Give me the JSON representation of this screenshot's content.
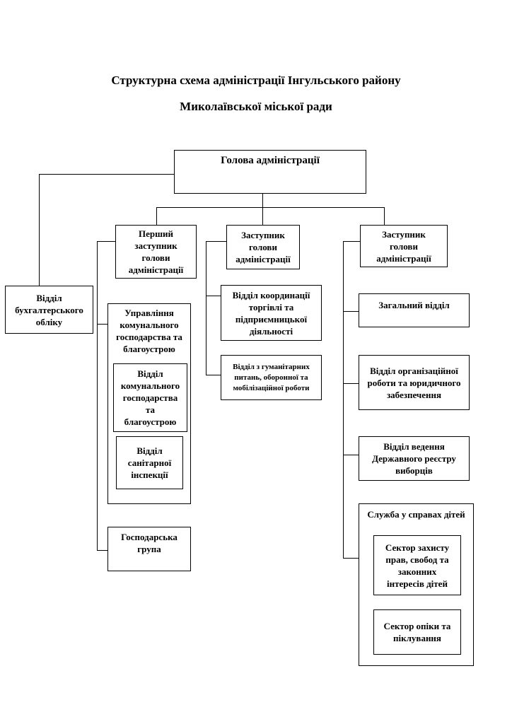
{
  "title": {
    "line1": "Структурна схема адміністрації Інгульського району",
    "line2": "Миколаївської міської ради"
  },
  "boxes": {
    "head": "Голова адміністрації",
    "first_deputy": "Перший\nзаступник\nголови\nадміністрації",
    "deputy_middle": "Заступник\nголови\nадміністрації",
    "deputy_right": "Заступник\nголови\nадміністрації",
    "accounting": "Відділ\nбухгалтерського\nобліку",
    "utilities_directorate": "Управління\nкомунального\nгосподарства та\nблагоустрою",
    "utilities_department": "Відділ\nкомунального\nгосподарства\nта\nблагоустрою",
    "sanitary_inspection": "Відділ\nсанітарної\nінспекції",
    "maintenance_group": "Господарська\nгрупа",
    "trade_coordination": "Відділ  координації\nторгівлі та\nпідприємницької\nдіяльності",
    "humanitarian_defense": "Відділ з гуманітарних\nпитань, оборонної та\nмобілізаційної роботи",
    "general_department": "Загальний відділ",
    "organizational_legal": "Відділ організаційної\nроботи та юридичного\nзабезпечення",
    "voter_registry": "Відділ ведення\nДержавного реєстру\nвиборців",
    "children_service": "Служба у справах дітей",
    "children_rights_sector": "Сектор захисту\nправ, свобод та\nзаконних\nінтересів дітей",
    "guardianship_sector": "Сектор опіки та\nпіклування"
  }
}
